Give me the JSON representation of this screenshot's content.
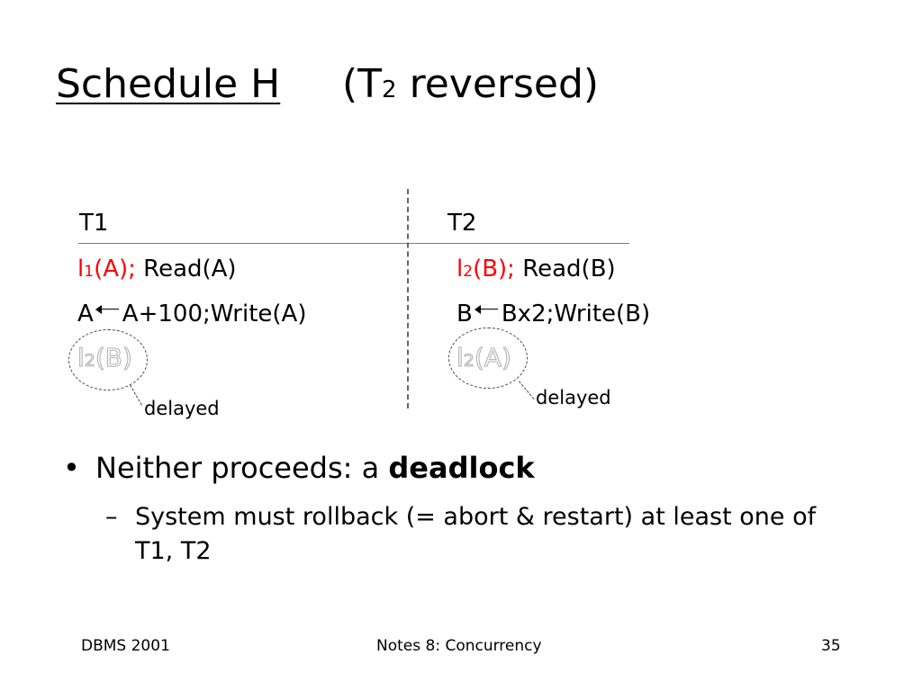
{
  "title": {
    "main": "Schedule H",
    "sub_prefix": "(T",
    "sub_subscript": "2",
    "sub_suffix": " reversed)"
  },
  "table": {
    "columns": [
      "T1",
      "T2"
    ],
    "t1": {
      "row1_lock_prefix": "l",
      "row1_lock_sub": "1",
      "row1_lock_arg": "(A);",
      "row1_rest": " Read(A)",
      "row2_left": "A",
      "row2_right": "A+100;Write(A)",
      "delayed_lock_prefix": "l",
      "delayed_lock_sub": "2",
      "delayed_lock_arg": "(B)",
      "delayed_note": "delayed"
    },
    "t2": {
      "row1_lock_prefix": "l",
      "row1_lock_sub": "2",
      "row1_lock_arg": "(B);",
      "row1_rest": " Read(B)",
      "row2_left": "B",
      "row2_right": "Bx2;Write(B)",
      "delayed_lock_prefix": "l",
      "delayed_lock_sub": "2",
      "delayed_lock_arg": "(A)",
      "delayed_note": "delayed"
    }
  },
  "bullets": [
    {
      "marker": "•",
      "text": "Neither proceeds: a ",
      "bold": "deadlock"
    },
    {
      "marker": "–",
      "text": "System must rollback (= abort & restart) at least one of T1, T2"
    }
  ],
  "footer": {
    "left": "DBMS 2001",
    "center": "Notes 8: Concurrency",
    "right": "35"
  },
  "colors": {
    "lock_red": "#ff0000",
    "ghost_outline": "#b4b4b4",
    "rule_gray": "#7a7a7a"
  },
  "icons": {
    "assign_arrow": "left-arrow-icon"
  }
}
